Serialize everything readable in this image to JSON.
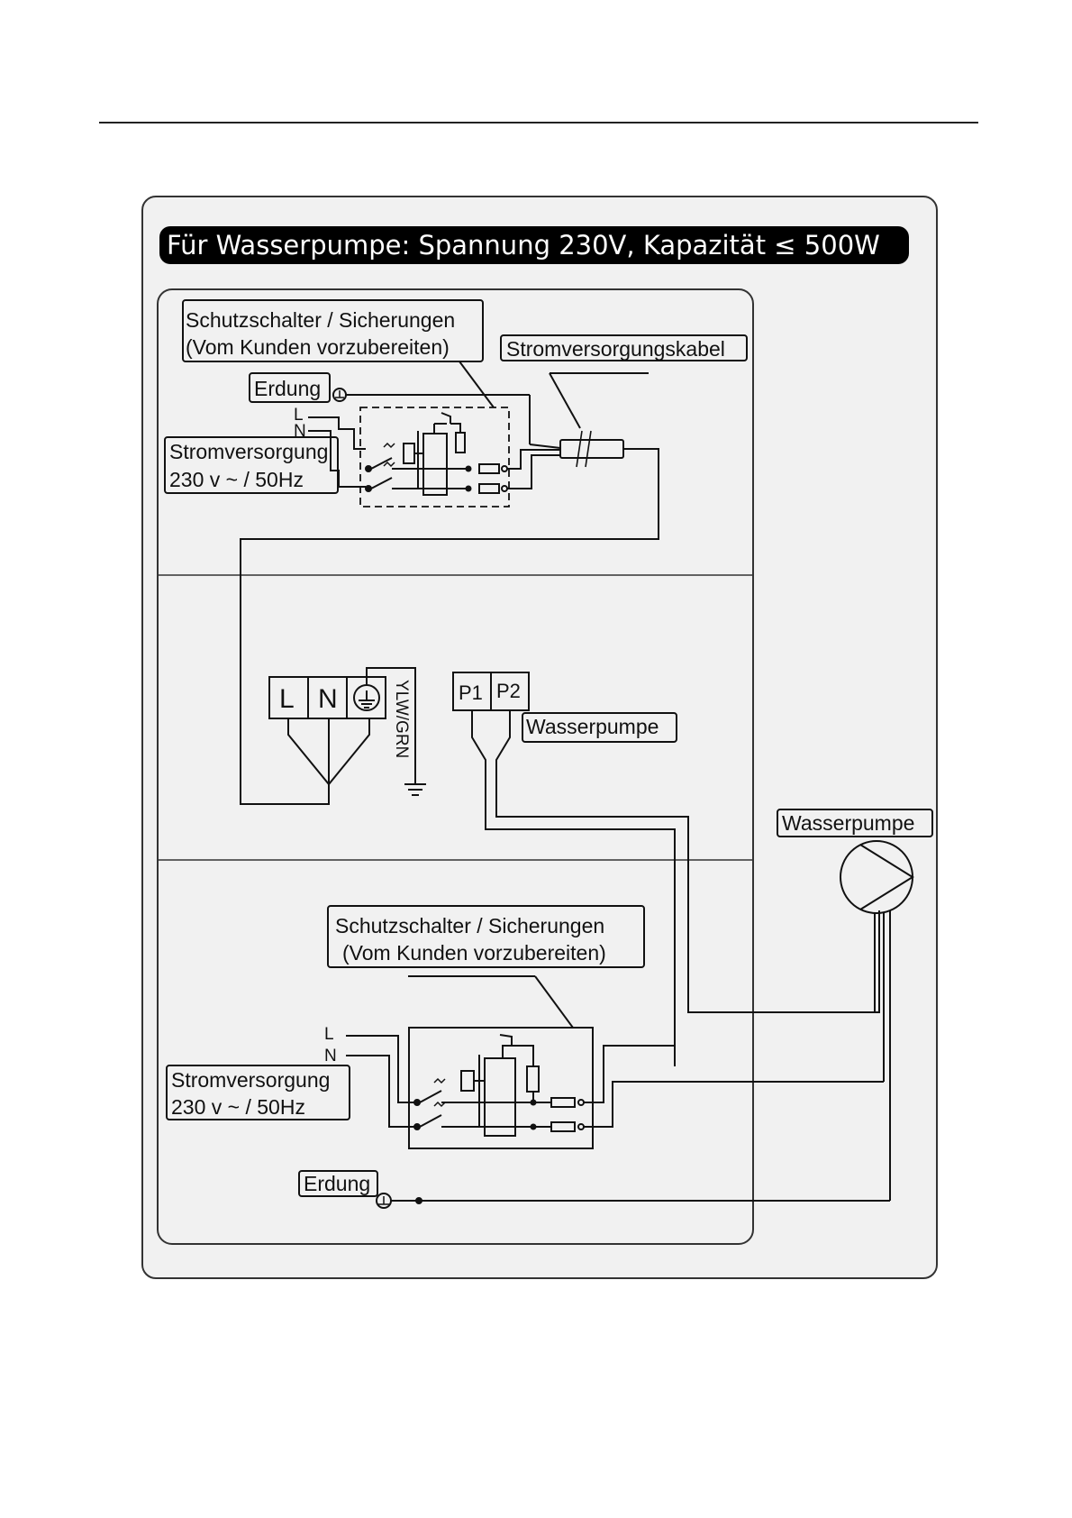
{
  "title": "Für Wasserpumpe: Spannung 230V, Kapazität ≤ 500W",
  "top_section": {
    "breaker_label_line1": "Schutzschalter / Sicherungen",
    "breaker_label_line2": "(Vom Kunden vorzubereiten)",
    "cable_label": "Stromversorgungskabel",
    "ground_label": "Erdung",
    "L": "L",
    "N": "N",
    "supply_line1": "Stromversorgung",
    "supply_line2": "230 v ~ / 50Hz"
  },
  "middle_section": {
    "terminal_L": "L",
    "terminal_N": "N",
    "ground_wire_label": "YLW/GRN",
    "terminal_P1": "P1",
    "terminal_P2": "P2",
    "pump_terminal_label": "Wasserpumpe"
  },
  "pump_label": "Wasserpumpe",
  "bottom_section": {
    "breaker_label_line1": "Schutzschalter / Sicherungen",
    "breaker_label_line2": "(Vom Kunden vorzubereiten)",
    "L": "L",
    "N": "N",
    "supply_line1": "Stromversorgung",
    "supply_line2": "230 v ~ / 50Hz",
    "ground_label": "Erdung"
  }
}
